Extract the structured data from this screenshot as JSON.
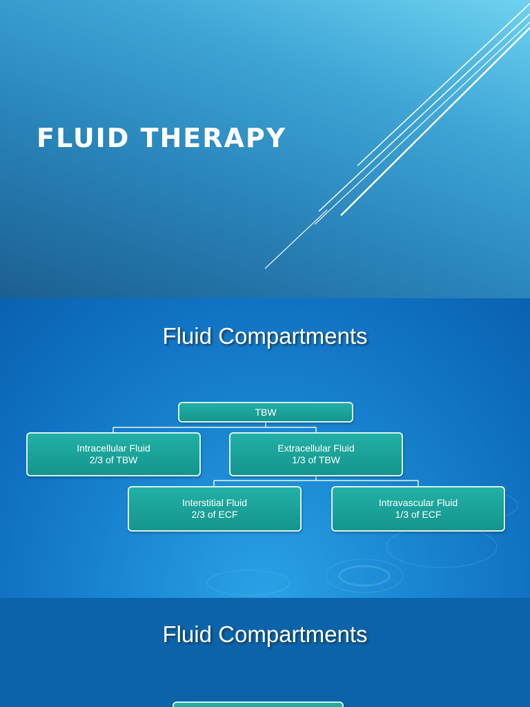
{
  "slide1": {
    "title": "FLUID THERAPY"
  },
  "slide2": {
    "heading": "Fluid Compartments",
    "diagram": {
      "root": {
        "label": "TBW"
      },
      "level1": [
        {
          "line1": "Intracellular Fluid",
          "line2": "2/3 of TBW"
        },
        {
          "line1": "Extracellular Fluid",
          "line2": "1/3 of TBW"
        }
      ],
      "level2": [
        {
          "line1": "Interstitial Fluid",
          "line2": "2/3 of  ECF"
        },
        {
          "line1": "Intravascular Fluid",
          "line2": "1/3 of ECF"
        }
      ]
    }
  },
  "slide3": {
    "heading": "Fluid Compartments"
  },
  "colors": {
    "node_fill": "#14958c",
    "node_border": "#d8f3f0",
    "slide1_top": "#6fd2f0",
    "slide1_bottom": "#1c5f91",
    "slide2_bg": "#1a86d2"
  }
}
